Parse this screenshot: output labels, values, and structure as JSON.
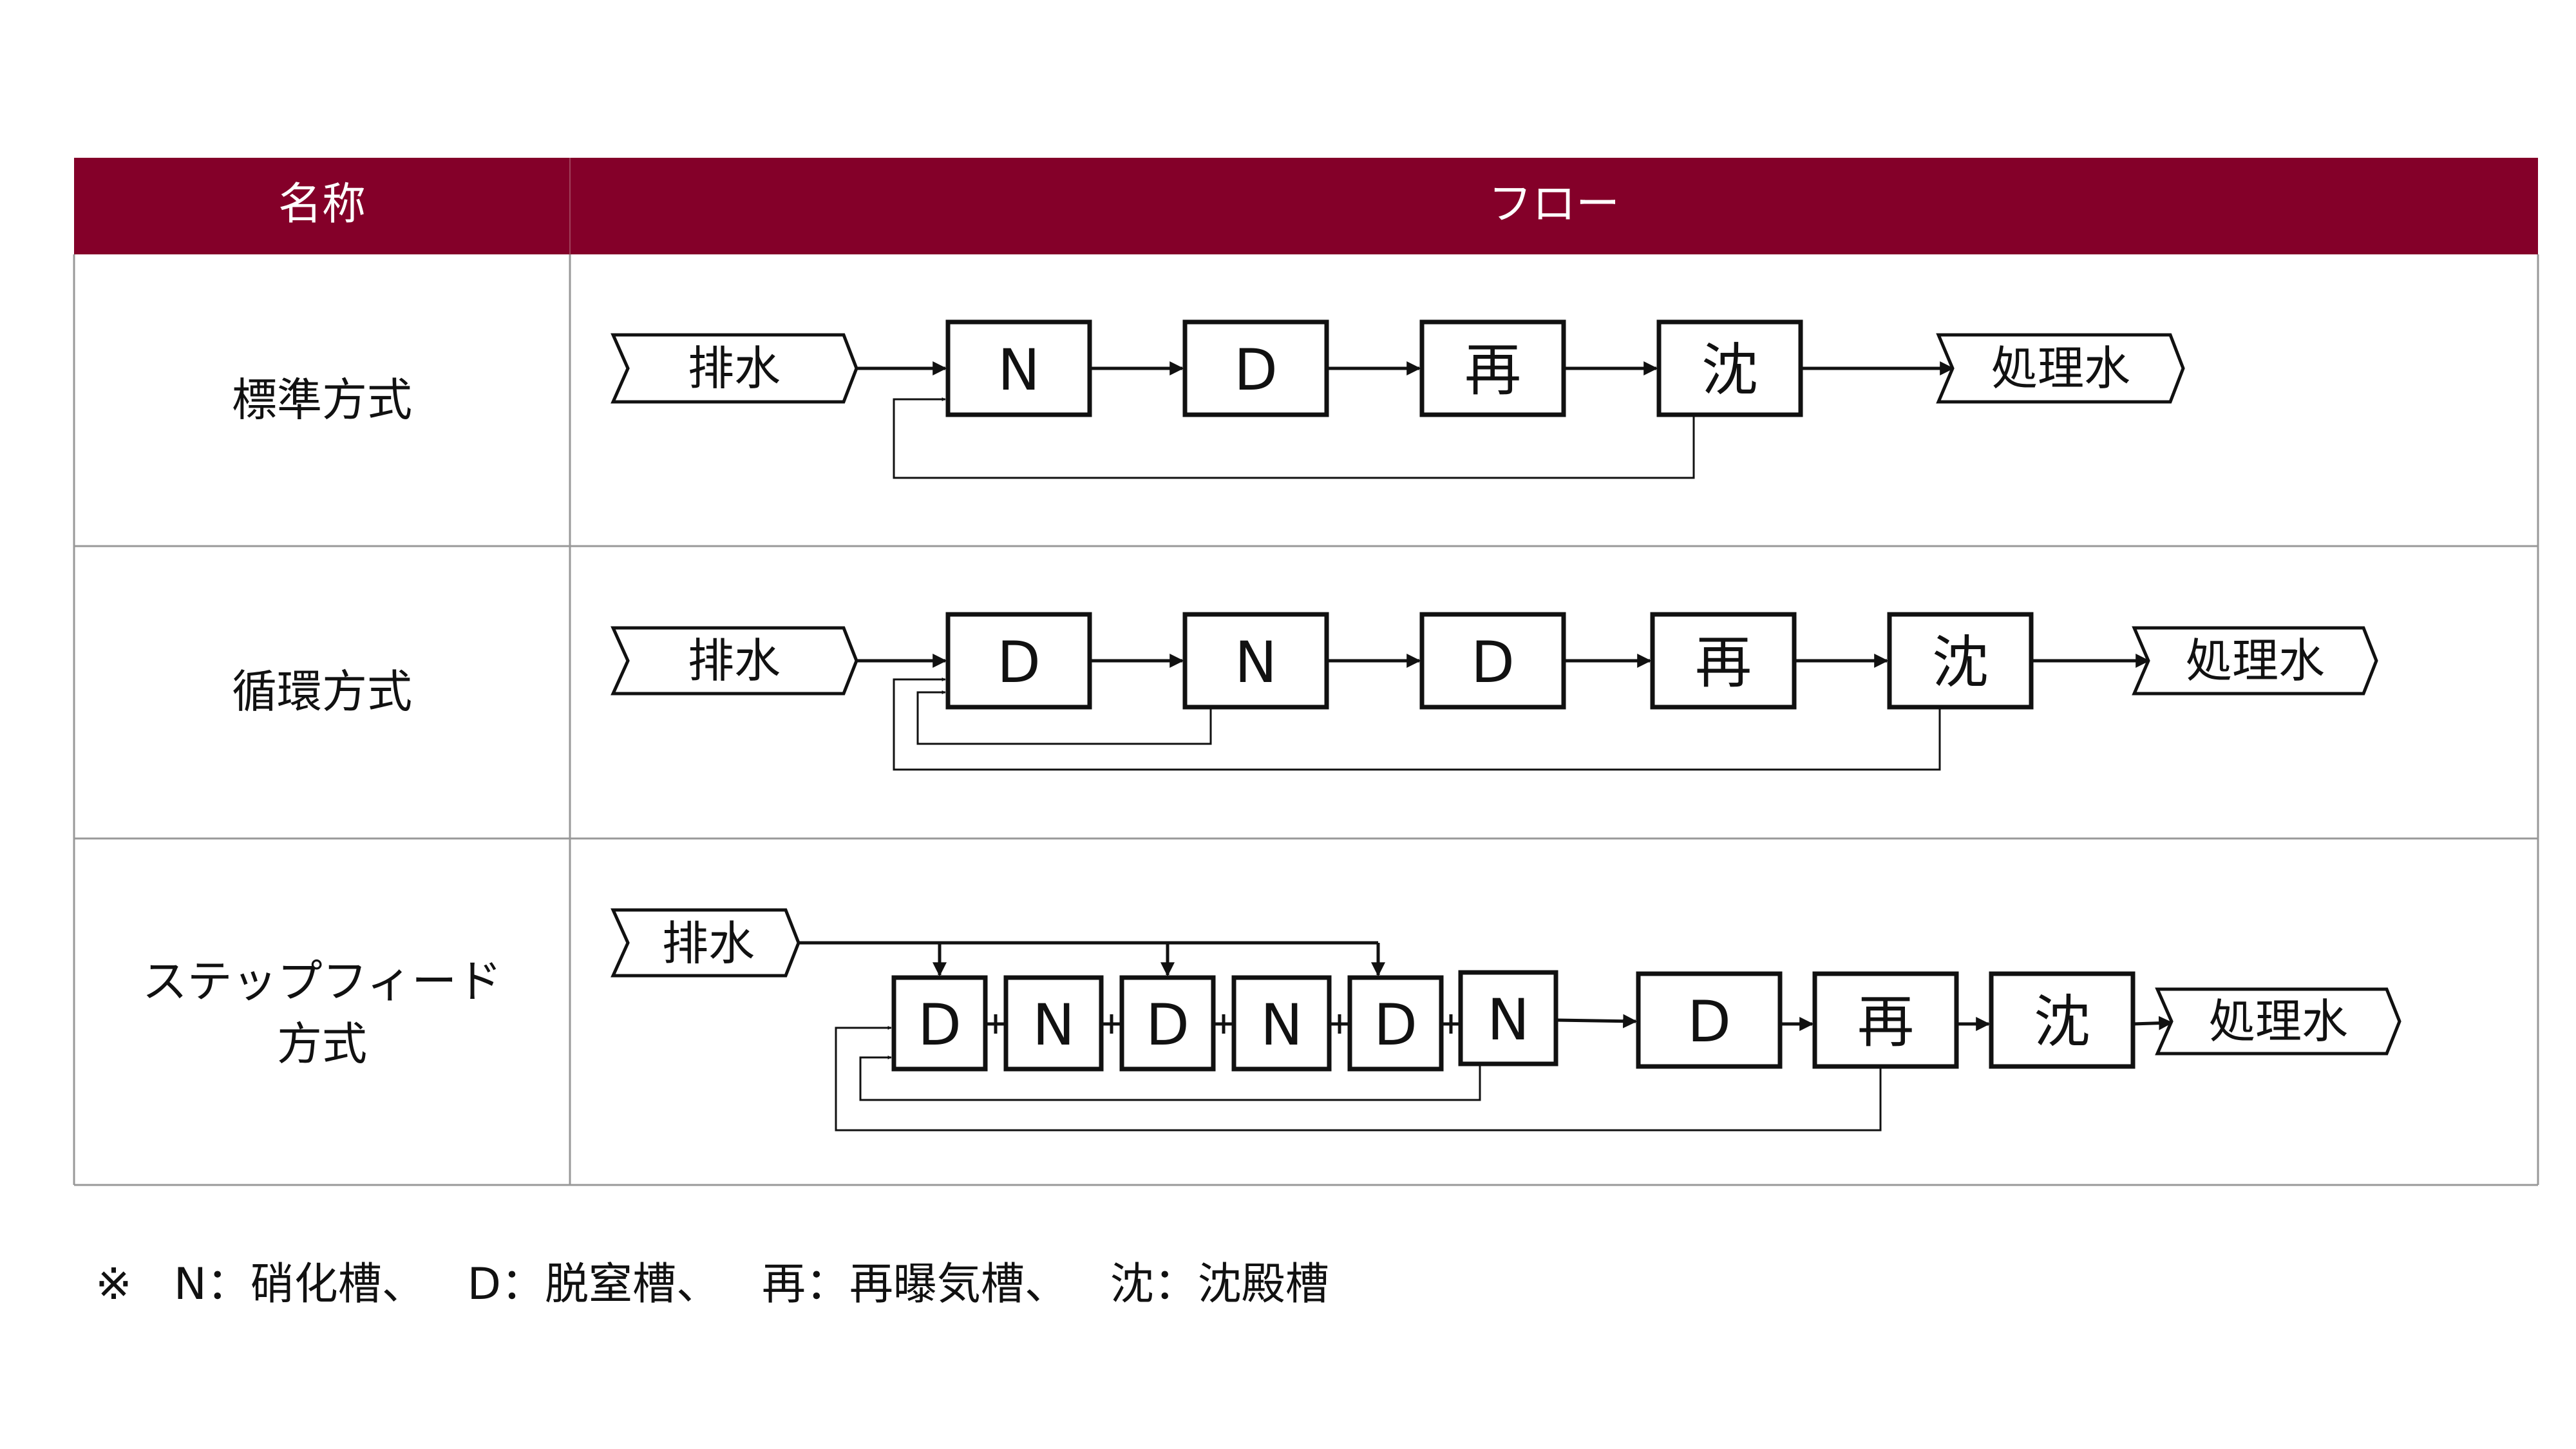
{
  "header": {
    "name_col": "名称",
    "flow_col": "フロー",
    "bg_color": "#840029"
  },
  "rows": [
    {
      "name_lines": [
        "標準方式"
      ],
      "input": "排水",
      "output": "処理水",
      "boxes": [
        "N",
        "D",
        "再",
        "沈"
      ]
    },
    {
      "name_lines": [
        "循環方式"
      ],
      "input": "排水",
      "output": "処理水",
      "boxes": [
        "D",
        "N",
        "D",
        "再",
        "沈"
      ]
    },
    {
      "name_lines": [
        "ステップフィード",
        "方式"
      ],
      "input": "排水",
      "output": "処理水",
      "boxes": [
        "D",
        "N",
        "D",
        "N",
        "D",
        "N",
        "D",
        "再",
        "沈"
      ]
    }
  ],
  "legend": {
    "mark": "※",
    "items": [
      "N：硝化槽、",
      "D：脱窒槽、",
      "再：再曝気槽、",
      "沈：沈殿槽"
    ]
  }
}
